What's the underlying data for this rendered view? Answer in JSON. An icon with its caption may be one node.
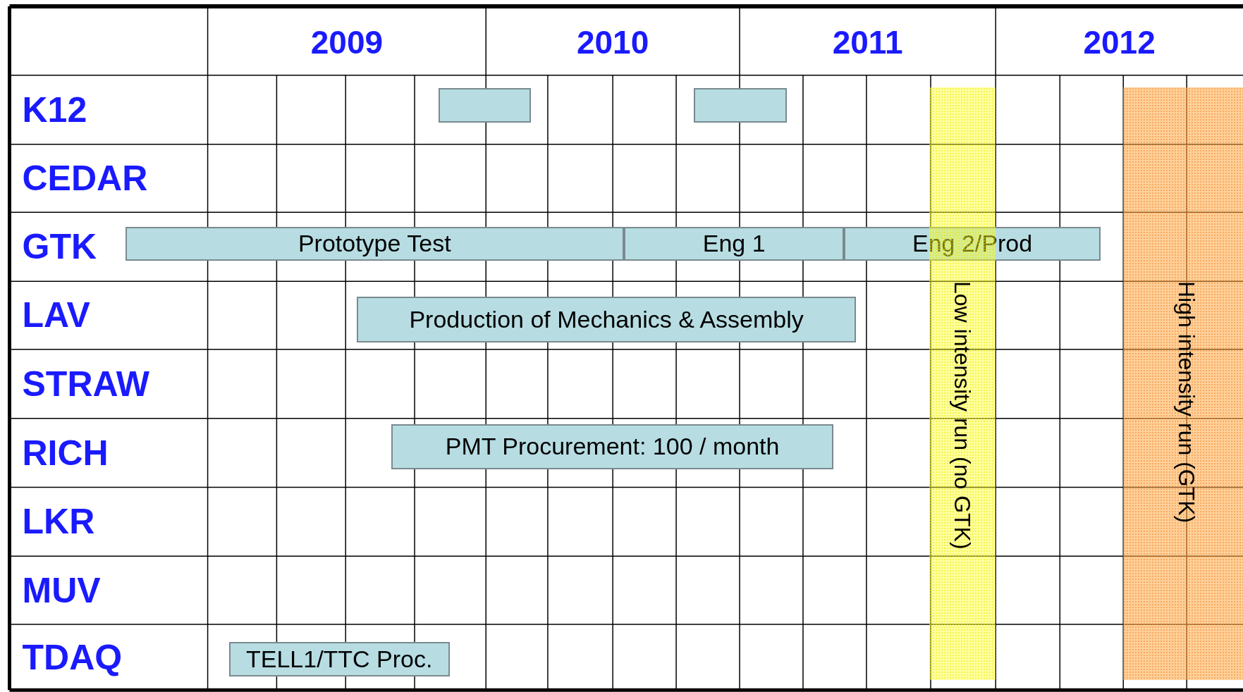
{
  "diagram": {
    "nodes": [
      {
        "text": [],
        "shape": "bar"
      },
      {
        "text": [],
        "shape": "bar"
      },
      {
        "text": [
          "Prototype Test"
        ]
      },
      {
        "text": [
          "Eng 1"
        ]
      },
      {
        "text": [
          "Eng 2/Prod"
        ]
      },
      {
        "text": [
          "Production of Mechanics & Assembly"
        ]
      },
      {
        "text": [
          "PMT Procurement: 100 / month"
        ]
      },
      {
        "text": [
          "TELL1/TTC Proc."
        ]
      },
      {
        "text": [
          "Low intensity run (no GTK)"
        ]
      },
      {
        "text": [
          "High intensity run (GTK)"
        ]
      }
    ],
    "labels": [
      "2009",
      "2010",
      "2011",
      "2012",
      "K12",
      "CEDAR",
      "GTK",
      "LAV",
      "STRAW",
      "RICH",
      "LKR",
      "MUV",
      "TDAQ"
    ]
  }
}
